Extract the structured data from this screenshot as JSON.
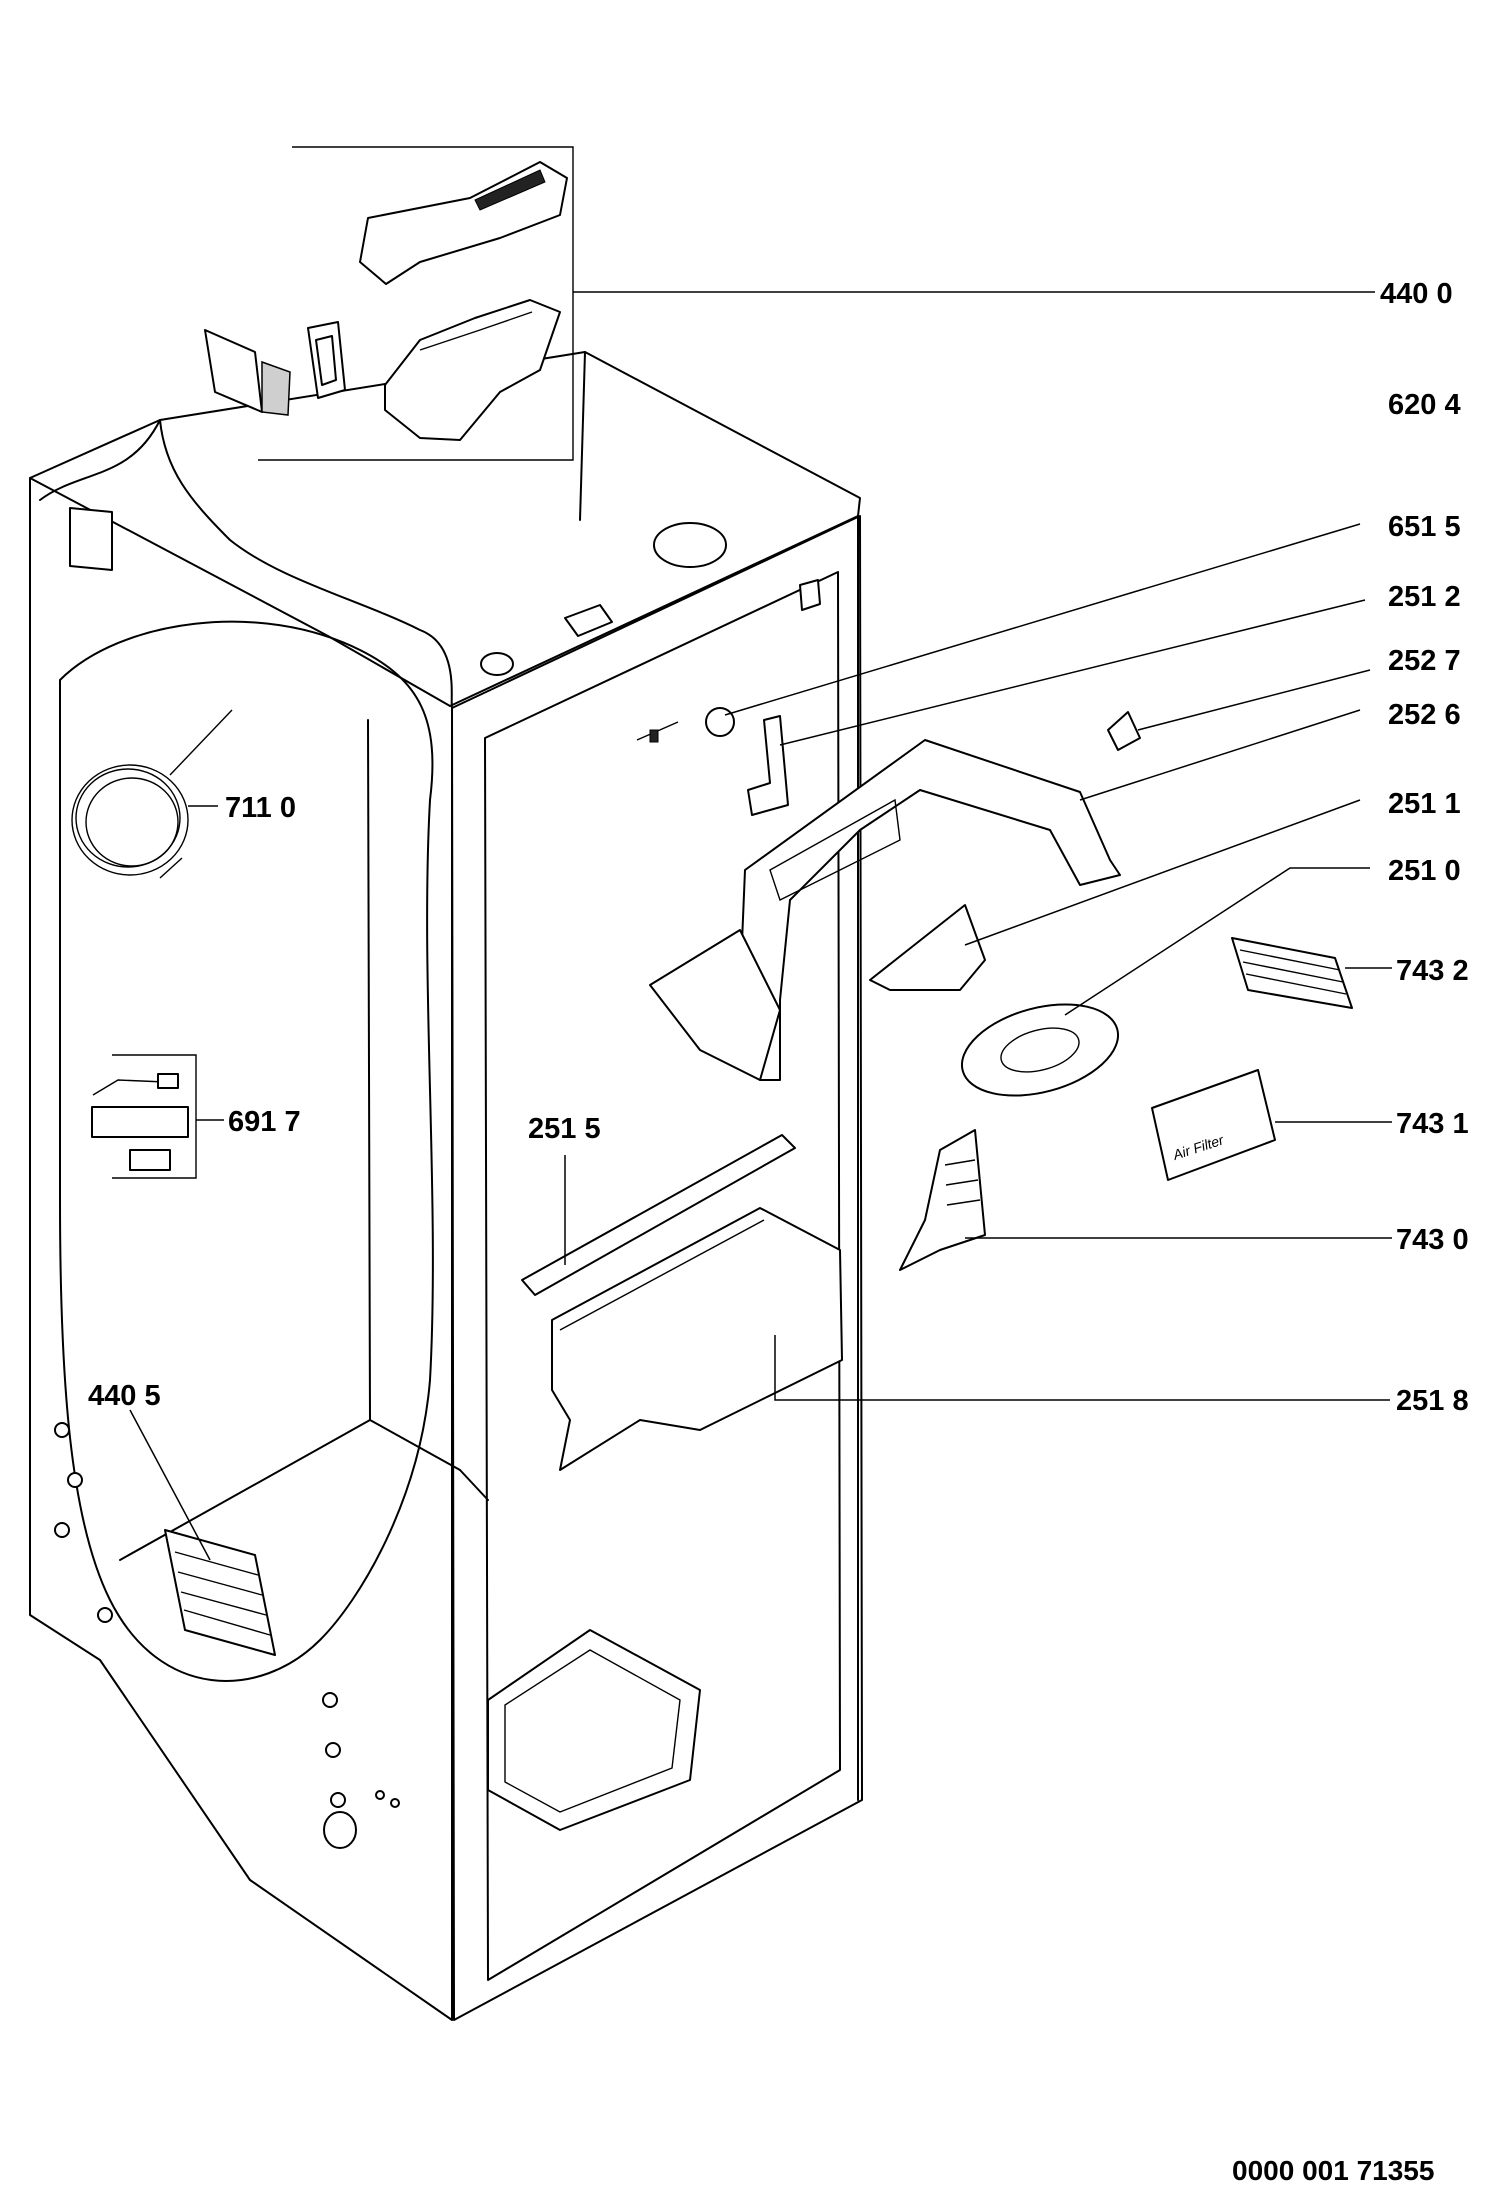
{
  "document_number": "0000 001 71355",
  "callouts": [
    {
      "id": "c4400",
      "label": "440 0"
    },
    {
      "id": "c6204",
      "label": "620 4"
    },
    {
      "id": "c6515",
      "label": "651 5"
    },
    {
      "id": "c2512",
      "label": "251 2"
    },
    {
      "id": "c2527",
      "label": "252 7"
    },
    {
      "id": "c2526",
      "label": "252 6"
    },
    {
      "id": "c2511",
      "label": "251 1"
    },
    {
      "id": "c2510",
      "label": "251 0"
    },
    {
      "id": "c7432",
      "label": "743 2"
    },
    {
      "id": "c7431",
      "label": "743 1"
    },
    {
      "id": "c7430",
      "label": "743 0"
    },
    {
      "id": "c2518",
      "label": "251 8"
    },
    {
      "id": "c7110",
      "label": "711 0"
    },
    {
      "id": "c6917",
      "label": "691 7"
    },
    {
      "id": "c2515",
      "label": "251 5"
    },
    {
      "id": "c4405",
      "label": "440 5"
    }
  ],
  "filter_cover_text": "Air Filter"
}
